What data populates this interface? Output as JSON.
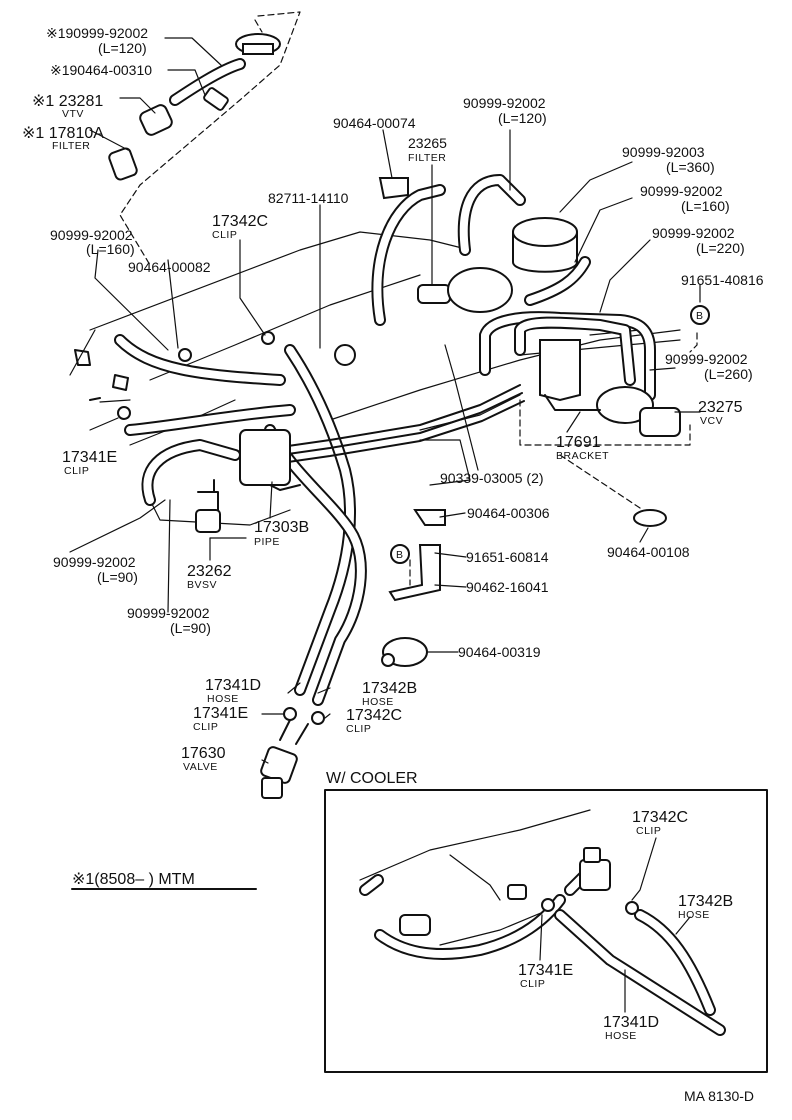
{
  "labels": {
    "l1": {
      "num": "※190999-92002",
      "sub": "(L=120)"
    },
    "l2": {
      "num": "※190464-00310"
    },
    "l3": {
      "num": "※1 23281",
      "sub": "VTV"
    },
    "l4": {
      "num": "※1 17810A",
      "sub": "FILTER"
    },
    "l5": {
      "num": "90464-00074"
    },
    "l6": {
      "num": "23265",
      "sub": "FILTER"
    },
    "l7": {
      "num": "90999-92002",
      "sub": "(L=120)"
    },
    "l8": {
      "num": "90999-92003",
      "sub": "(L=360)"
    },
    "l9": {
      "num": "90999-92002",
      "sub": "(L=160)"
    },
    "l10": {
      "num": "90999-92002",
      "sub": "(L=220)"
    },
    "l11": {
      "num": "91651-40816"
    },
    "l12": {
      "num": "90999-92002",
      "sub": "(L=260)"
    },
    "l13": {
      "num": "23275",
      "sub": "VCV"
    },
    "l14": {
      "num": "17691",
      "sub": "BRACKET"
    },
    "l15": {
      "num": "90339-03005 (2)"
    },
    "l16": {
      "num": "82711-14110"
    },
    "l17": {
      "num": "17342C",
      "sub": "CLIP"
    },
    "l18": {
      "num": "90999-92002",
      "sub": "(L=160)"
    },
    "l19": {
      "num": "90464-00082"
    },
    "l20": {
      "num": "17341E",
      "sub": "CLIP"
    },
    "l21": {
      "num": "17303B",
      "sub": "PIPE"
    },
    "l22": {
      "num": "90999-92002",
      "sub": "(L=90)"
    },
    "l23": {
      "num": "23262",
      "sub": "BVSV"
    },
    "l24": {
      "num": "90999-92002",
      "sub": "(L=90)"
    },
    "l25": {
      "num": "90464-00306"
    },
    "l26": {
      "num": "91651-60814"
    },
    "l27": {
      "num": "90462-16041"
    },
    "l28": {
      "num": "90464-00108"
    },
    "l29": {
      "num": "90464-00319"
    },
    "l30": {
      "num": "17341D",
      "sub": "HOSE"
    },
    "l31": {
      "num": "17342B",
      "sub": "HOSE"
    },
    "l32": {
      "num": "17341E",
      "sub": "CLIP"
    },
    "l33": {
      "num": "17342C",
      "sub": "CLIP"
    },
    "l34": {
      "num": "17630",
      "sub": "VALVE"
    },
    "l35": {
      "num": "17342C",
      "sub": "CLIP"
    },
    "l36": {
      "num": "17342B",
      "sub": "HOSE"
    },
    "l37": {
      "num": "17341E",
      "sub": "CLIP"
    },
    "l38": {
      "num": "17341D",
      "sub": "HOSE"
    }
  },
  "markers": {
    "b1": "B",
    "b2": "B"
  },
  "cooler_title": "W/ COOLER",
  "note": "※1(8508–          ) MTM",
  "footer": "MA  8130-D"
}
